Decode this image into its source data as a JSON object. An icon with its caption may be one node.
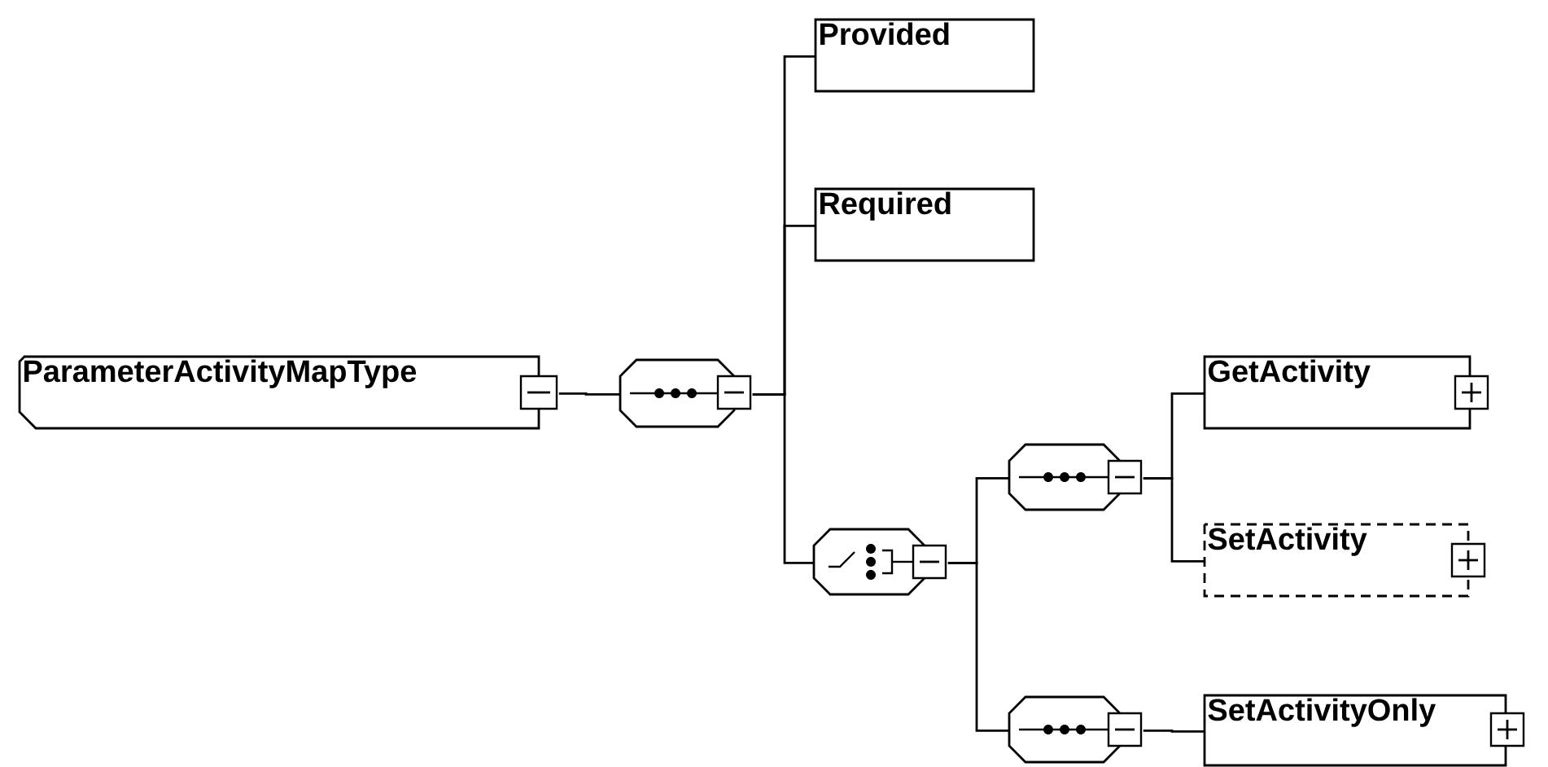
{
  "diagram": {
    "nodes": [
      {
        "text": [
          "ParameterActivityMapType"
        ]
      },
      {
        "text": [],
        "shape": "octagon"
      },
      {
        "text": [
          "Provided"
        ]
      },
      {
        "text": [
          "Required"
        ]
      },
      {
        "text": [],
        "shape": "octagon"
      },
      {
        "text": [],
        "shape": "octagon"
      },
      {
        "text": [
          "GetActivity"
        ]
      },
      {
        "text": [
          "SetActivity"
        ]
      },
      {
        "text": [],
        "shape": "octagon"
      },
      {
        "text": [
          "SetActivityOnly"
        ]
      }
    ],
    "edges": [
      {
        "from": 0,
        "to": 1,
        "arrow": "none"
      },
      {
        "from": 1,
        "to": 2,
        "arrow": "none"
      },
      {
        "from": 1,
        "to": 3,
        "arrow": "none"
      },
      {
        "from": 1,
        "to": 4,
        "arrow": "none"
      },
      {
        "from": 4,
        "to": 5,
        "arrow": "none"
      },
      {
        "from": 4,
        "to": 8,
        "arrow": "none"
      },
      {
        "from": 5,
        "to": 6,
        "arrow": "none"
      },
      {
        "from": 5,
        "to": 7,
        "arrow": "none"
      },
      {
        "from": 8,
        "to": 9,
        "arrow": "none"
      }
    ]
  }
}
